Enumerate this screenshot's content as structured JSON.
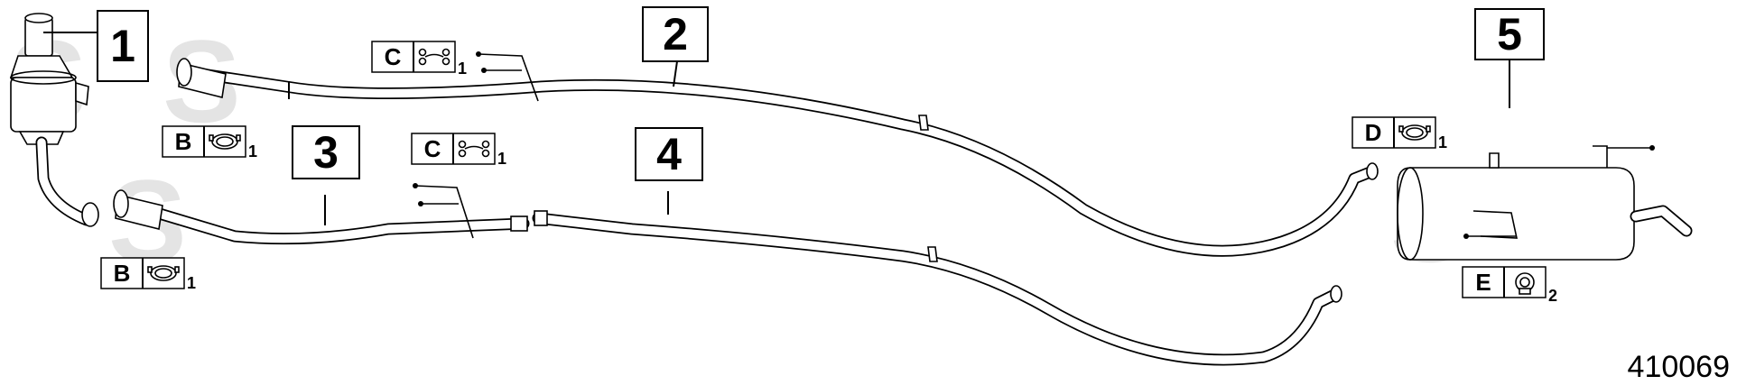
{
  "drawing_number": "410069",
  "parts": [
    {
      "number": "1"
    },
    {
      "number": "2"
    },
    {
      "number": "3"
    },
    {
      "number": "4"
    },
    {
      "number": "5"
    }
  ],
  "clamp_codes": [
    {
      "letter": "C",
      "icon": "rubber-hanger-icon",
      "qty": "1"
    },
    {
      "letter": "B",
      "icon": "pipe-clamp-icon",
      "qty": "1"
    },
    {
      "letter": "C",
      "icon": "rubber-hanger-icon",
      "qty": "1"
    },
    {
      "letter": "B",
      "icon": "pipe-clamp-icon",
      "qty": "1"
    },
    {
      "letter": "D",
      "icon": "pipe-clamp-icon",
      "qty": "1"
    },
    {
      "letter": "E",
      "icon": "rubber-mount-icon",
      "qty": "2"
    }
  ],
  "colors": {
    "line": "#000000",
    "background": "#ffffff",
    "watermark": "#e4e4e4"
  }
}
